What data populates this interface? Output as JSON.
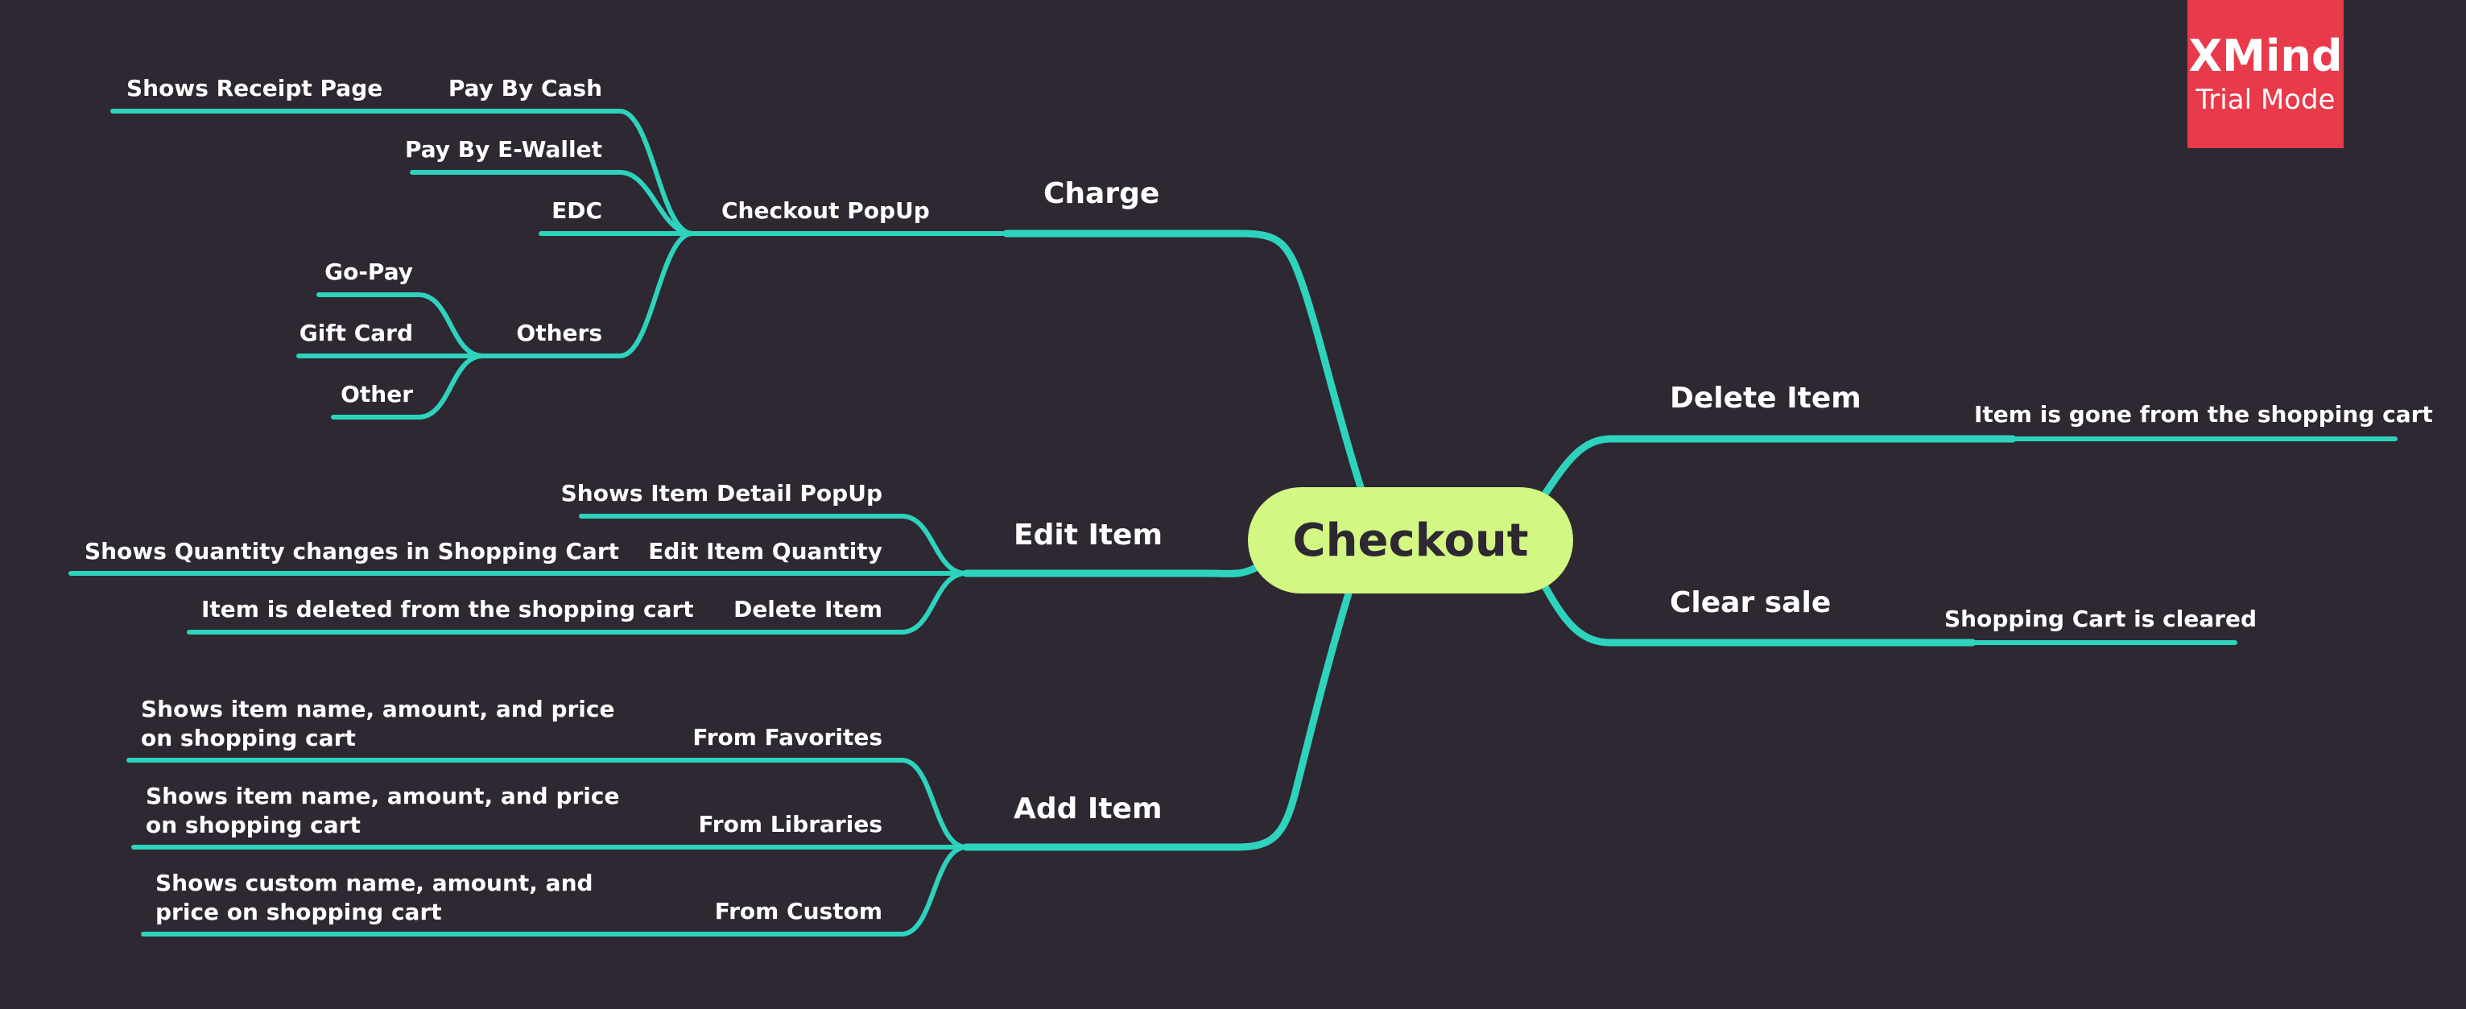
{
  "colors": {
    "background": "#2d2831",
    "branch": "#2ed3bd",
    "central": "#d3f783",
    "badge": "#e83a4a"
  },
  "badge": {
    "brand": "XMind",
    "mode": "Trial Mode"
  },
  "central": "Checkout",
  "branches": {
    "charge": {
      "label": "Charge",
      "checkout_popup": {
        "label": "Checkout PopUp",
        "pay_by_cash": "Pay By Cash",
        "shows_receipt": "Shows Receipt Page",
        "pay_by_ewallet": "Pay By E-Wallet",
        "edc": "EDC",
        "others": {
          "label": "Others",
          "go_pay": "Go-Pay",
          "gift_card": "Gift Card",
          "other": "Other"
        }
      }
    },
    "edit_item": {
      "label": "Edit Item",
      "detail_popup": "Shows Item Detail PopUp",
      "edit_quantity": "Edit Item Quantity",
      "quantity_changes": "Shows Quantity changes in Shopping Cart",
      "delete_item": "Delete Item",
      "item_deleted": "Item is deleted from the shopping cart"
    },
    "add_item": {
      "label": "Add Item",
      "from_favorites": "From Favorites",
      "favorites_result": "Shows item name, amount, and price on shopping cart",
      "from_libraries": "From Libraries",
      "libraries_result": "Shows item name, amount, and price on shopping cart",
      "from_custom": "From Custom",
      "custom_result": "Shows custom name, amount, and price on shopping cart"
    },
    "delete_item": {
      "label": "Delete Item",
      "result": "Item is gone from the shopping cart"
    },
    "clear_sale": {
      "label": "Clear sale",
      "result": "Shopping Cart is cleared"
    }
  }
}
